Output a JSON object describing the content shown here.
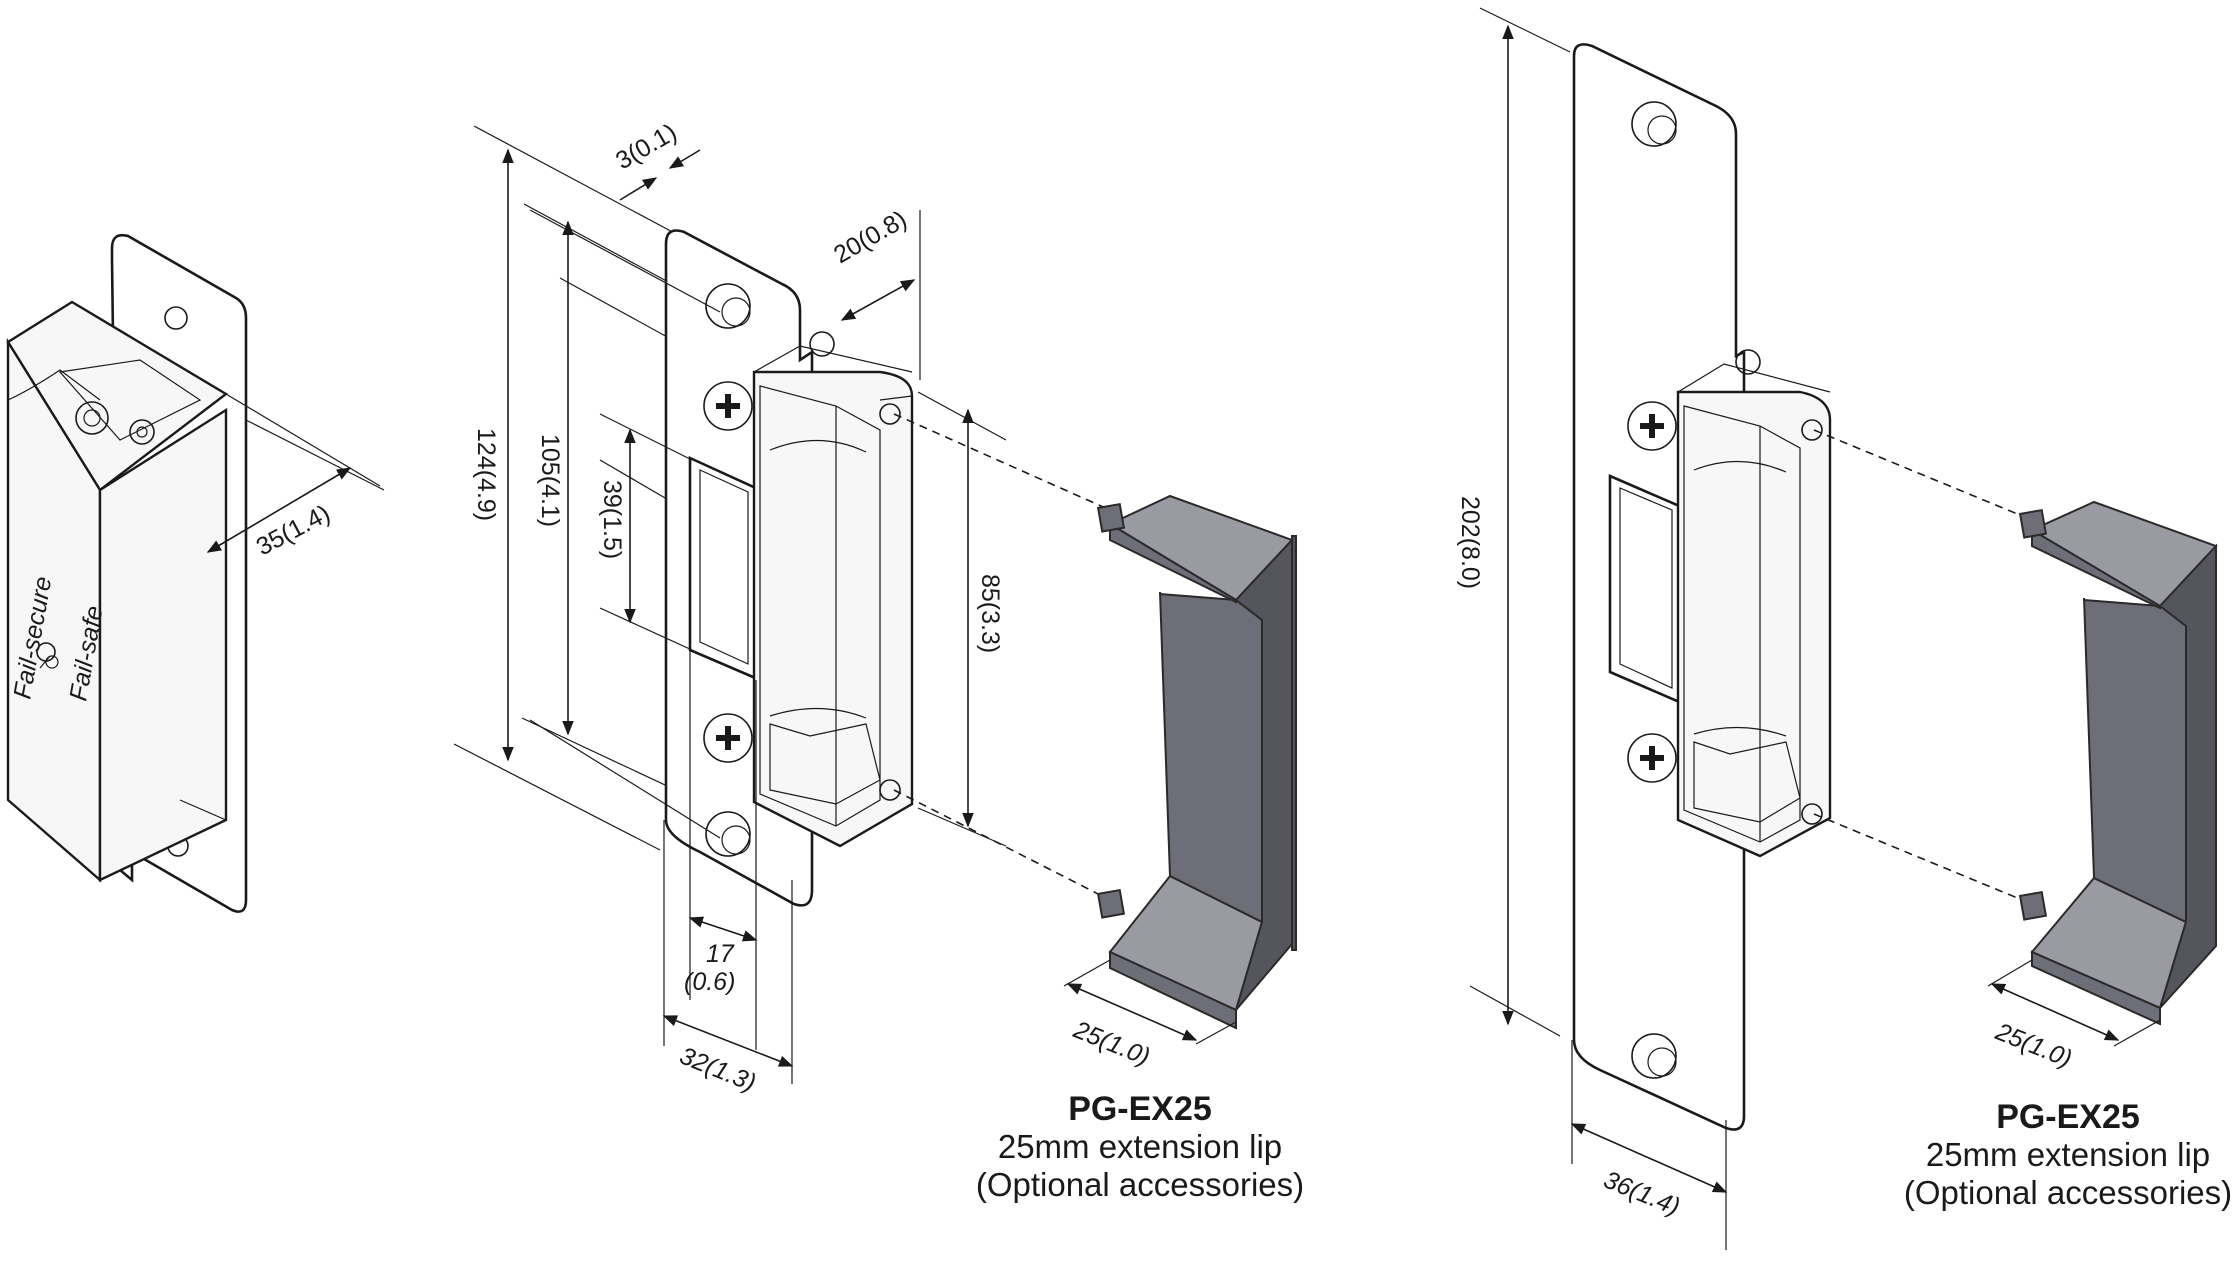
{
  "views": {
    "side_view": {
      "dim_depth": "35(1.4)",
      "switch_fail_secure": "Fail-secure",
      "switch_fail_safe": "Fail-safe"
    },
    "front_view_short": {
      "dim_face_thickness": "3(0.1)",
      "dim_body_depth": "20(0.8)",
      "dim_overall_height": "124(4.9)",
      "dim_hole_spacing": "105(4.1)",
      "dim_opening_height": "39(1.5)",
      "dim_body_height": "85(3.3)",
      "dim_opening_width_mm": "17",
      "dim_opening_width_in": "(0.6)",
      "dim_plate_width": "32(1.3)"
    },
    "front_view_long": {
      "dim_overall_height": "202(8.0)",
      "dim_plate_width": "36(1.4)"
    }
  },
  "accessories": [
    {
      "model": "PG-EX25",
      "description": "25mm extension lip",
      "note": "(Optional accessories)",
      "dim_depth": "25(1.0)"
    },
    {
      "model": "PG-EX25",
      "description": "25mm extension lip",
      "note": "(Optional accessories)",
      "dim_depth": "25(1.0)"
    }
  ]
}
